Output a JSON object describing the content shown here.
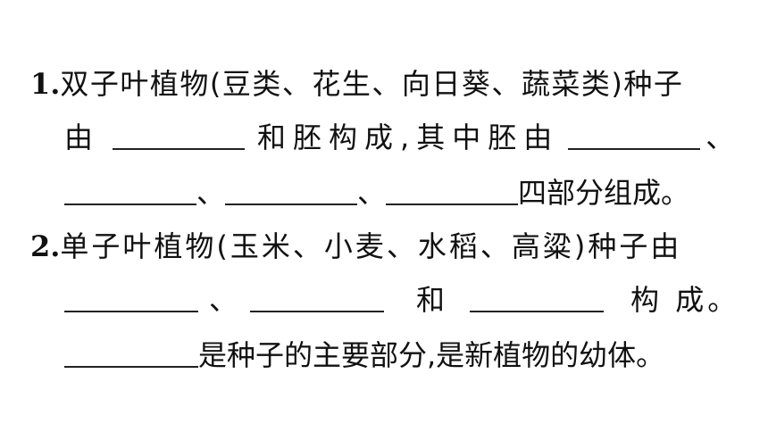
{
  "q1": {
    "number": "1.",
    "line1": "双子叶植物(豆类、花生、向日葵、蔬菜类)种子",
    "line2_a": "由",
    "line2_b": "和胚构成,其中胚由",
    "line2_c": "、",
    "line3_sep1": "、",
    "line3_sep2": "、",
    "line3_end": "四部分组成。"
  },
  "q2": {
    "number": "2.",
    "line1": "单子叶植物(玉米、小麦、水稻、高粱)种子由",
    "line2_sep": "、",
    "line2_and": "和",
    "line2_end": "构 成。",
    "line3_end": "是种子的主要部分,是新植物的幼体。"
  }
}
